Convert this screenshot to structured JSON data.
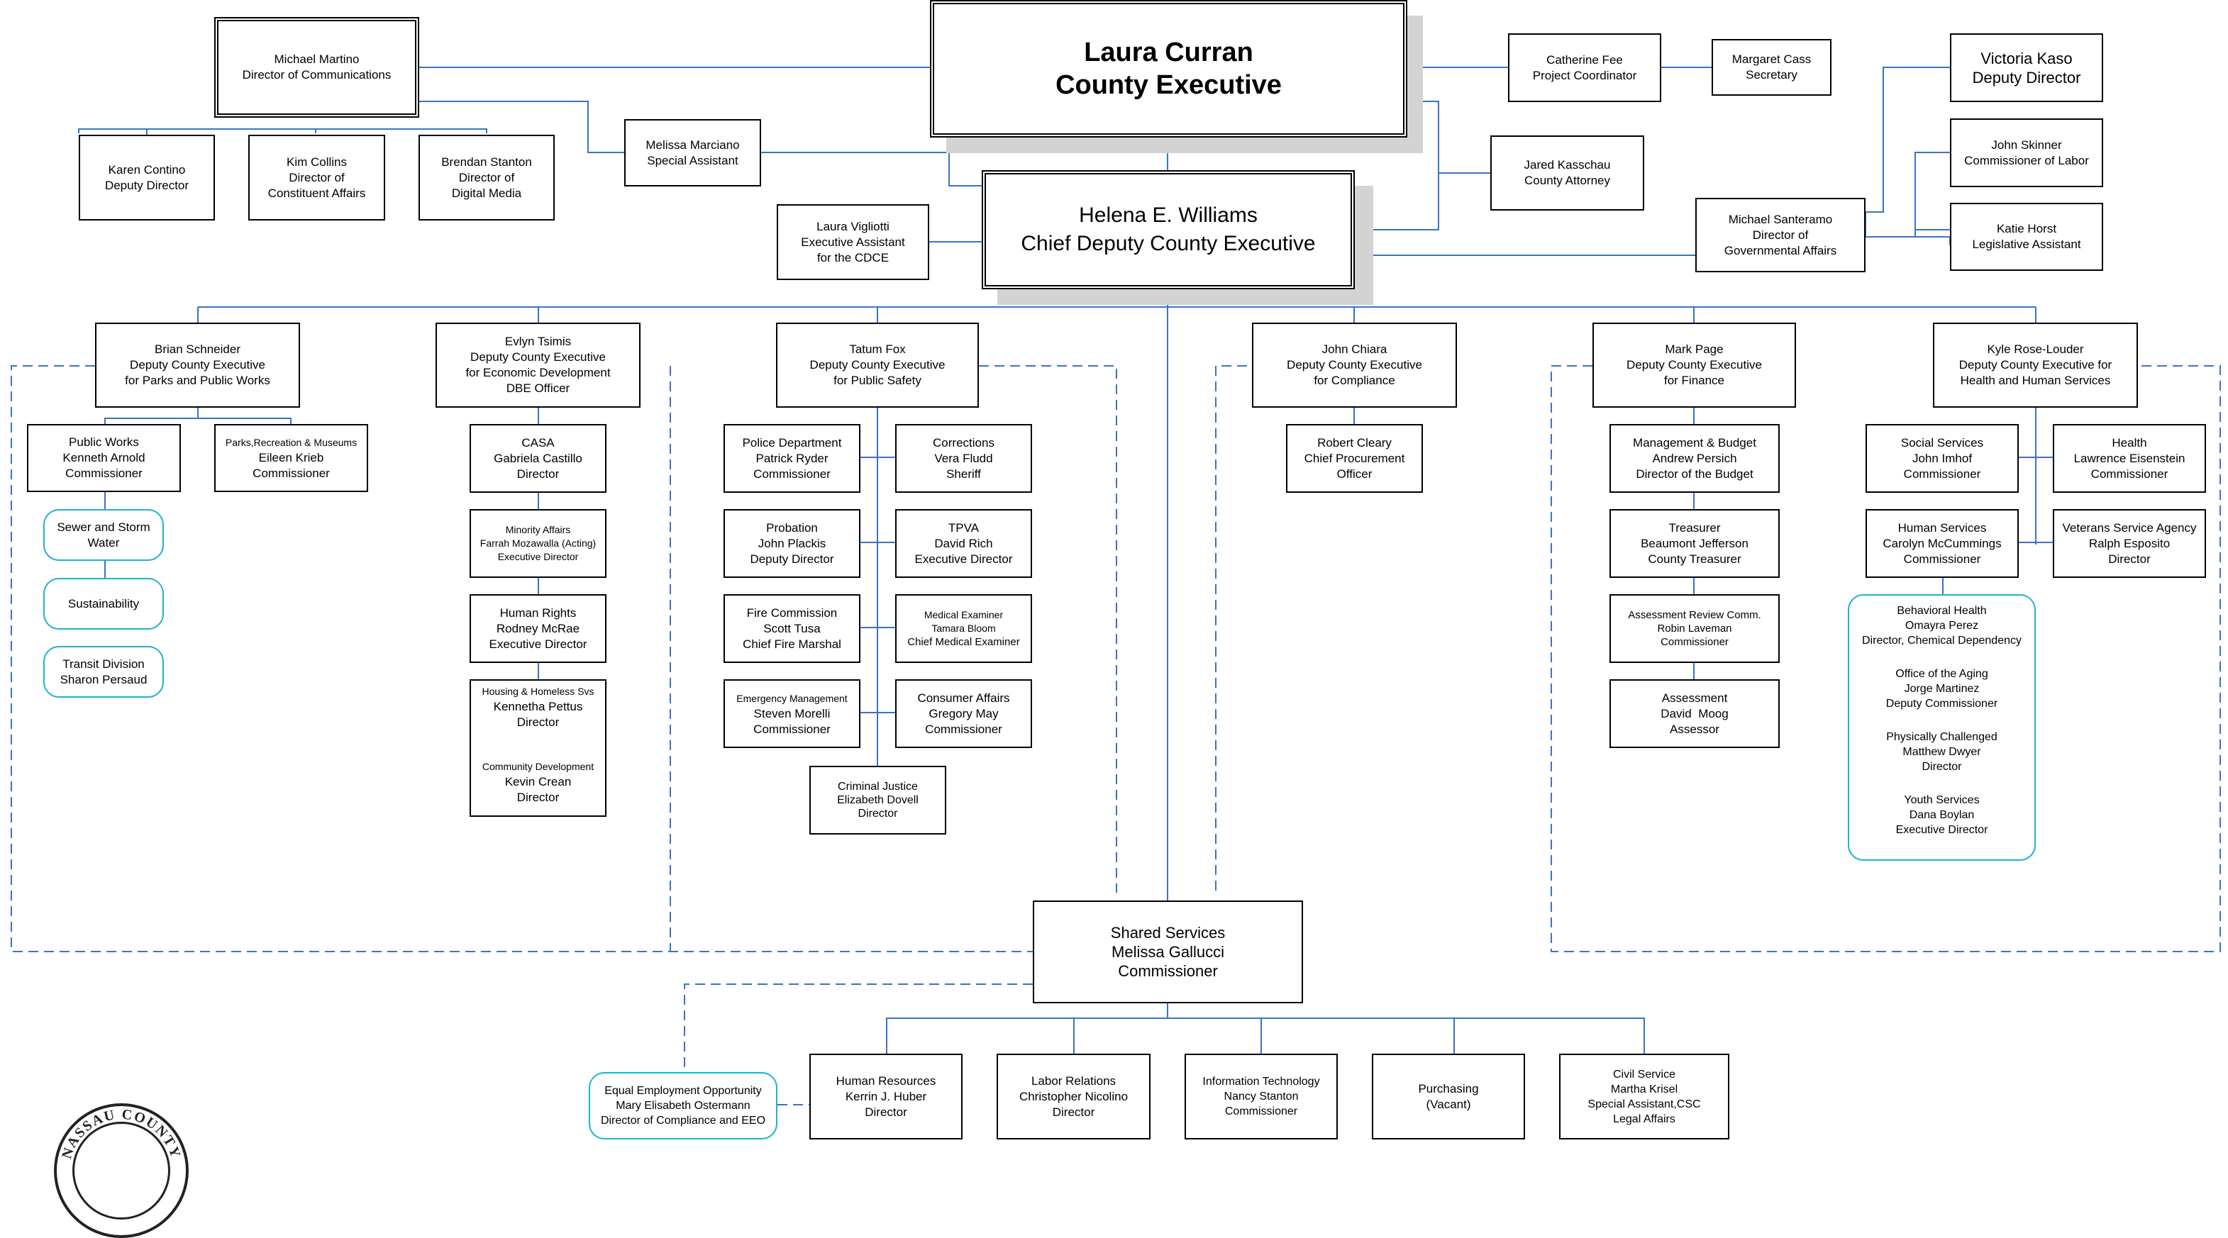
{
  "chart": {
    "executive": [
      "Laura Curran",
      "County Executive"
    ],
    "cdce": [
      "Helena E. Williams",
      "Chief Deputy County Executive"
    ],
    "communications": [
      "Michael Martino",
      "Director of Communications"
    ],
    "contino": [
      "Karen Contino",
      "Deputy Director"
    ],
    "collins": [
      "Kim Collins",
      "Director of",
      "Constituent Affairs"
    ],
    "stanton": [
      "Brendan Stanton",
      "Director of",
      "Digital Media"
    ],
    "marciano": [
      "Melissa Marciano",
      "Special Assistant"
    ],
    "vigliotti": [
      "Laura Vigliotti",
      "Executive Assistant",
      "for the CDCE"
    ],
    "fee": [
      "Catherine Fee",
      "Project Coordinator"
    ],
    "cass": [
      "Margaret Cass",
      "Secretary"
    ],
    "kaso": [
      "Victoria Kaso",
      "Deputy Director"
    ],
    "skinner": [
      "John Skinner",
      "Commissioner of Labor"
    ],
    "horst": [
      "Katie Horst",
      "Legislative Assistant"
    ],
    "kasschau": [
      "Jared Kasschau",
      "County Attorney"
    ],
    "santeramo": [
      "Michael Santeramo",
      "Director of",
      "Governmental Affairs"
    ],
    "schneider": [
      "Brian Schneider",
      "Deputy County Executive",
      "for Parks and Public Works"
    ],
    "tsimis": [
      "Evlyn Tsimis",
      "Deputy County Executive",
      "for Economic Development",
      "DBE Officer"
    ],
    "fox": [
      "Tatum Fox",
      "Deputy County Executive",
      "for Public Safety"
    ],
    "chiara": [
      "John Chiara",
      "Deputy County Executive",
      "for Compliance"
    ],
    "page": [
      "Mark Page",
      "Deputy County Executive",
      "for Finance"
    ],
    "roselouder": [
      "Kyle Rose-Louder",
      "Deputy County Executive for",
      "Health and Human Services"
    ],
    "publicworks": [
      "Public Works",
      "Kenneth Arnold",
      "Commissioner"
    ],
    "parks": [
      "Parks,Recreation & Museums",
      "Eileen Krieb",
      "Commissioner"
    ],
    "sewer": [
      "Sewer and Storm",
      "Water"
    ],
    "sustainability": [
      "Sustainability"
    ],
    "transit": [
      "Transit Division",
      "Sharon Persaud"
    ],
    "casa": [
      "CASA",
      "Gabriela Castillo",
      "Director"
    ],
    "minority": [
      "Minority Affairs",
      "Farrah Mozawalla (Acting)",
      "Executive Director"
    ],
    "humanrights": [
      "Human Rights",
      "Rodney McRae",
      "Executive Director"
    ],
    "housing_top": [
      "Housing & Homeless Svs",
      "Kennetha Pettus",
      "Director"
    ],
    "housing_bottom": [
      "Community Development",
      "Kevin Crean",
      "Director"
    ],
    "police": [
      "Police Department",
      "Patrick Ryder",
      "Commissioner"
    ],
    "corrections": [
      "Corrections",
      "Vera Fludd",
      "Sheriff"
    ],
    "probation": [
      "Probation",
      "John Plackis",
      "Deputy Director"
    ],
    "tpva": [
      "TPVA",
      "David Rich",
      "Executive Director"
    ],
    "fire": [
      "Fire Commission",
      "Scott Tusa",
      "Chief Fire Marshal"
    ],
    "medical": [
      "Medical Examiner",
      "Tamara Bloom",
      "Chief Medical Examiner"
    ],
    "emergency": [
      "Emergency Management",
      "Steven Morelli",
      "Commissioner"
    ],
    "consumer": [
      "Consumer Affairs",
      "Gregory May",
      "Commissioner"
    ],
    "criminal": [
      "Criminal Justice",
      "Elizabeth Dovell",
      "Director"
    ],
    "cleary": [
      "Robert Cleary",
      "Chief Procurement",
      "Officer"
    ],
    "budget": [
      "Management & Budget",
      "Andrew Persich",
      "Director of the Budget"
    ],
    "treasurer": [
      "Treasurer",
      "Beaumont Jefferson",
      "County Treasurer"
    ],
    "arc": [
      "Assessment Review Comm.",
      "Robin Laveman",
      "Commissioner"
    ],
    "assessment": [
      "Assessment",
      "David  Moog",
      "Assessor"
    ],
    "social": [
      "Social Services",
      "John Imhof",
      "Commissioner"
    ],
    "health": [
      "Health",
      "Lawrence Eisenstein",
      "Commissioner"
    ],
    "humanservices": [
      "Human Services",
      "Carolyn McCummings",
      "Commissioner"
    ],
    "veterans": [
      "Veterans Service Agency",
      "Ralph Esposito",
      "Director"
    ],
    "hs_behavioral": [
      "Behavioral Health",
      "Omayra Perez",
      "Director, Chemical Dependency"
    ],
    "hs_aging": [
      "Office of the Aging",
      "Jorge Martinez",
      "Deputy Commissioner"
    ],
    "hs_physical": [
      "Physically Challenged",
      "Matthew Dwyer",
      "Director"
    ],
    "hs_youth": [
      "Youth Services",
      "Dana Boylan",
      "Executive Director"
    ],
    "shared": [
      "Shared Services",
      "Melissa Gallucci",
      "Commissioner"
    ],
    "eeo": [
      "Equal Employment Opportunity",
      "Mary Elisabeth Ostermann",
      "Director of  Compliance and EEO"
    ],
    "hr": [
      "Human Resources",
      "Kerrin J. Huber",
      "Director"
    ],
    "labor": [
      "Labor Relations",
      "Christopher Nicolino",
      "Director"
    ],
    "it": [
      "Information Technology",
      "Nancy Stanton",
      "Commissioner"
    ],
    "purchasing": [
      "Purchasing",
      "(Vacant)"
    ],
    "civil": [
      "Civil Service",
      "Martha Krisel",
      "Special Assistant,CSC",
      "Legal Affairs"
    ]
  },
  "seal": {
    "text": "NASSAU COUNTY"
  },
  "colors": {
    "connector": "#3a73c4",
    "teal_border": "#1eb3cc",
    "shadow": "#d3d3d3"
  }
}
